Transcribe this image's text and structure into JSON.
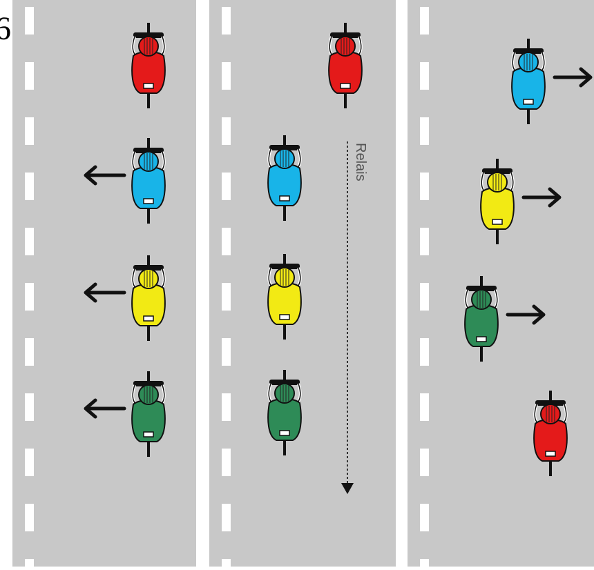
{
  "diagram": {
    "road_color": "#c8c8c8",
    "lane_marking_color": "#ffffff",
    "arrow_color": "#111111",
    "corner_glyph": "6",
    "relay_label": "Relais",
    "rider_colors": {
      "red": "#e41a1a",
      "blue": "#18b4e8",
      "yellow": "#f2ea14",
      "green": "#2e8b57"
    },
    "panels": [
      {
        "name": "panel-1",
        "riders": [
          {
            "color": "red",
            "arrow": "none"
          },
          {
            "color": "blue",
            "arrow": "left"
          },
          {
            "color": "yellow",
            "arrow": "left"
          },
          {
            "color": "green",
            "arrow": "left"
          }
        ]
      },
      {
        "name": "panel-2",
        "riders": [
          {
            "color": "red",
            "arrow": "none"
          },
          {
            "color": "blue",
            "arrow": "none"
          },
          {
            "color": "yellow",
            "arrow": "none"
          },
          {
            "color": "green",
            "arrow": "none"
          }
        ],
        "relay_arrow": "down"
      },
      {
        "name": "panel-3",
        "riders": [
          {
            "color": "blue",
            "arrow": "right"
          },
          {
            "color": "yellow",
            "arrow": "right"
          },
          {
            "color": "green",
            "arrow": "right"
          },
          {
            "color": "red",
            "arrow": "none"
          }
        ]
      }
    ]
  }
}
